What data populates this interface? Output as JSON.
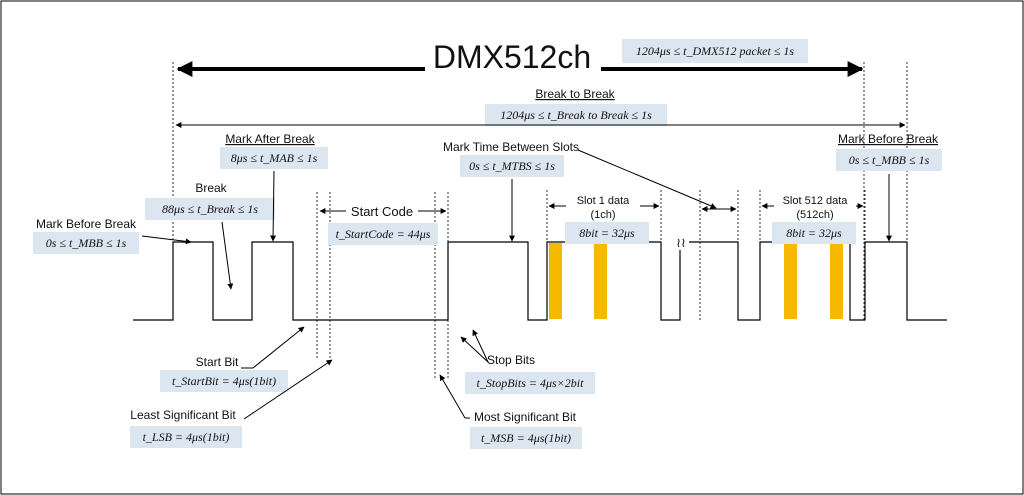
{
  "title": "DMX512ch",
  "packet_constraint": "1204μs ≤ t_DMX512 packet ≤ 1s",
  "break_to_break": {
    "label": "Break to Break",
    "constraint": "1204μs ≤ t_Break to Break ≤ 1s"
  },
  "mark_before_break_left": {
    "label": "Mark Before Break",
    "constraint": "0s ≤ t_MBB ≤ 1s"
  },
  "break": {
    "label": "Break",
    "constraint": "88μs ≤ t_Break ≤ 1s"
  },
  "mark_after_break": {
    "label": "Mark After Break",
    "constraint": "8μs ≤ t_MAB ≤ 1s"
  },
  "start_code": {
    "label": "Start Code",
    "constraint": "t_StartCode = 44μs"
  },
  "mark_time_between_slots": {
    "label": "Mark Time Between Slots",
    "constraint": "0s ≤ t_MTBS ≤ 1s"
  },
  "slot1": {
    "label_line1": "Slot 1 data",
    "label_line2": "(1ch)",
    "constraint": "8bit = 32μs"
  },
  "slot512": {
    "label_line1": "Slot 512 data",
    "label_line2": "(512ch)",
    "constraint": "8bit = 32μs"
  },
  "mark_before_break_right": {
    "label": "Mark Before Break",
    "constraint": "0s ≤ t_MBB ≤ 1s"
  },
  "start_bit": {
    "label": "Start Bit",
    "constraint": "t_StartBit = 4μs(1bit)"
  },
  "stop_bits": {
    "label": "Stop Bits",
    "constraint": "t_StopBits = 4μs×2bit"
  },
  "lsb": {
    "label": "Least Significant Bit",
    "constraint": "t_LSB = 4μs(1bit)"
  },
  "msb": {
    "label": "Most Significant Bit",
    "constraint": "t_MSB = 4μs(1bit)"
  },
  "break_symbol": "≀≀",
  "colors": {
    "data_bit": "#F7B900",
    "box": "#DCE6F1",
    "line": "#000000"
  }
}
